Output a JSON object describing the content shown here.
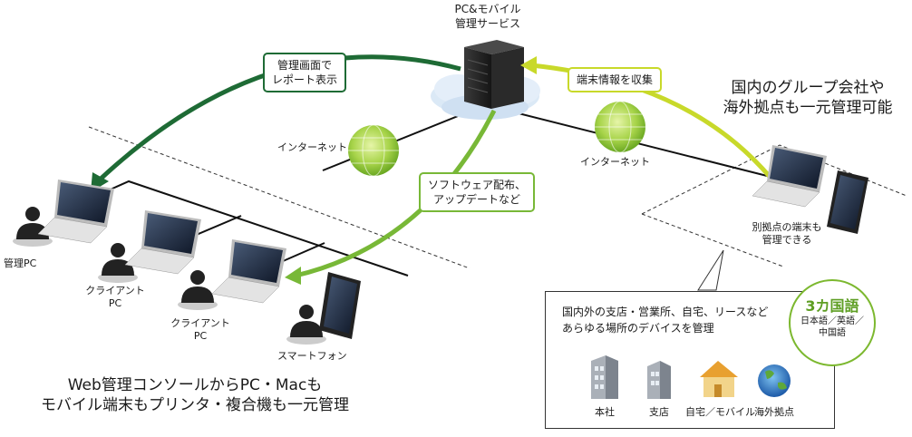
{
  "server": {
    "title": "PC&モバイル\n管理サービス"
  },
  "callouts": {
    "report": "管理画面で\nレポート表示",
    "collect": "端末情報を収集",
    "software": "ソフトウェア配布、\nアップデートなど"
  },
  "internet_left": "インターネット",
  "internet_right": "インターネット",
  "devices": {
    "admin_pc": "管理PC",
    "client_pc_1": "クライアント\nPC",
    "client_pc_2": "クライアント\nPC",
    "smartphone": "スマートフォン",
    "remote": "別拠点の端末も\n管理できる"
  },
  "headline_right": "国内のグループ会社や\n海外拠点も一元管理可能",
  "headline_bottom": "Web管理コンソールからPC・Macも\nモバイル端末もプリンタ・複合機も一元管理",
  "info": {
    "line1": "国内外の支店・営業所、自宅、リースなど",
    "line2": "あらゆる場所のデバイスを管理",
    "places": [
      "本社",
      "支店",
      "自宅／モバイル",
      "海外拠点"
    ]
  },
  "languages": {
    "title": "3カ国語",
    "subtitle": "日本語／英語／\n中国語"
  },
  "colors": {
    "dark_green": "#1e6b35",
    "mid_green": "#78b837",
    "light_green": "#c8d92a"
  }
}
